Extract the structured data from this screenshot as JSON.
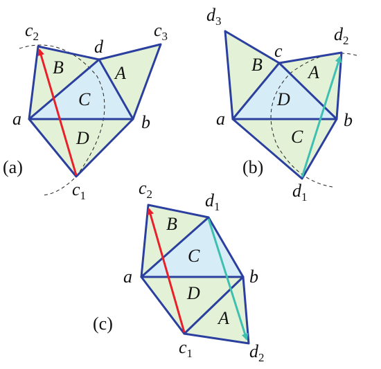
{
  "colors": {
    "edge": "#2a3f9e",
    "face_green": "#e3f2d6",
    "face_blue": "#d6ecf7",
    "arrow_red": "#e8202a",
    "arrow_teal": "#3fbfb0"
  },
  "panels": {
    "a": {
      "tag": "(a)",
      "vertices": {
        "c2": {
          "letter": "c",
          "sub": "2"
        },
        "d": {
          "letter": "d",
          "sub": ""
        },
        "c3": {
          "letter": "c",
          "sub": "3"
        },
        "a": {
          "letter": "a",
          "sub": ""
        },
        "b": {
          "letter": "b",
          "sub": ""
        },
        "c1": {
          "letter": "c",
          "sub": "1"
        }
      },
      "faces": {
        "A": "A",
        "B": "B",
        "C": "C",
        "D": "D"
      }
    },
    "b": {
      "tag": "(b)",
      "vertices": {
        "d3": {
          "letter": "d",
          "sub": "3"
        },
        "c": {
          "letter": "c",
          "sub": ""
        },
        "d2": {
          "letter": "d",
          "sub": "2"
        },
        "a": {
          "letter": "a",
          "sub": ""
        },
        "b": {
          "letter": "b",
          "sub": ""
        },
        "d1": {
          "letter": "d",
          "sub": "1"
        }
      },
      "faces": {
        "A": "A",
        "B": "B",
        "C": "C",
        "D": "D"
      }
    },
    "c": {
      "tag": "(c)",
      "vertices": {
        "c2": {
          "letter": "c",
          "sub": "2"
        },
        "d1": {
          "letter": "d",
          "sub": "1"
        },
        "a": {
          "letter": "a",
          "sub": ""
        },
        "b": {
          "letter": "b",
          "sub": ""
        },
        "c1": {
          "letter": "c",
          "sub": "1"
        },
        "d2": {
          "letter": "d",
          "sub": "2"
        }
      },
      "faces": {
        "A": "A",
        "B": "B",
        "C": "C",
        "D": "D"
      }
    }
  }
}
